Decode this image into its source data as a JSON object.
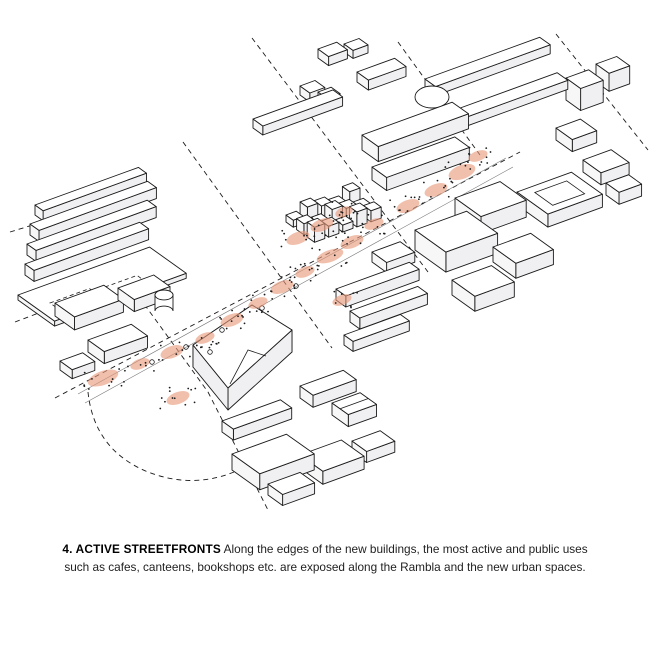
{
  "figure": {
    "kind": "axonometric-masterplan-diagram",
    "label": "active-streetfronts"
  },
  "caption": {
    "title": "4. ACTIVE STREETFRONTS",
    "line1": " Along the edges of the new buildings, the most active and public uses",
    "line2": "such as cafes, canteens, bookshops etc. are exposed along the Rambla and the new urban spaces."
  },
  "colors": {
    "background": "#ffffff",
    "line": "#1b1b1b",
    "fill": "#ffffff",
    "shade": "#f0f0f2",
    "west": "#f7f7f8",
    "highlight": "#E8997A",
    "dot": "#1b1b1b"
  }
}
